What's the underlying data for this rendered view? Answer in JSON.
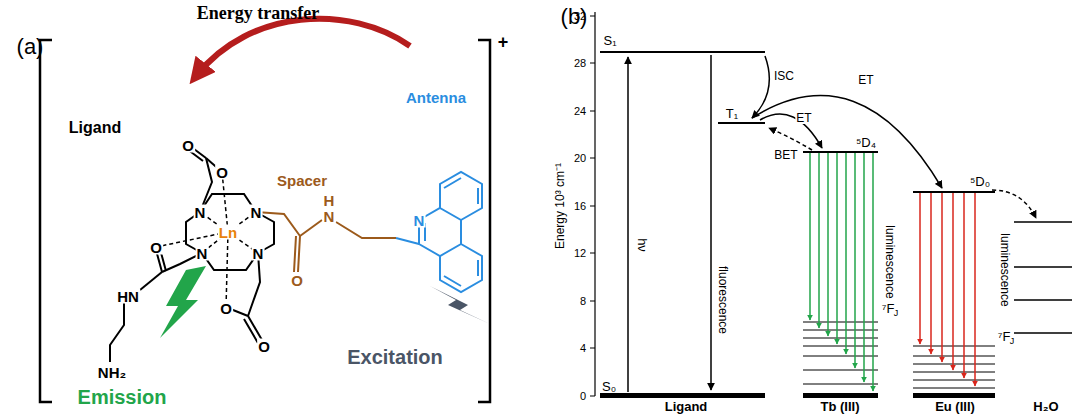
{
  "diagram": {
    "labels": [
      "(a)",
      "Energy transfer",
      "Ligand",
      "Spacer",
      "Antenna",
      "O",
      "O",
      "N",
      "N",
      "Ln",
      "N",
      "N",
      "O",
      "HN",
      "NH₂",
      "O",
      "O",
      "O",
      "H",
      "N",
      "N",
      "+",
      "Emission",
      "Excitation",
      "(b)",
      "32",
      "28",
      "24",
      "20",
      "16",
      "12",
      "8",
      "4",
      "0",
      "Energy 10³ cm⁻¹",
      "S₁",
      "S₀",
      "T₁",
      "ISC",
      "hν",
      "fluorescence",
      "BET",
      "ET",
      "ET",
      "⁵D₄",
      "luminescence",
      "⁷F",
      "J",
      "⁵D₀",
      "luminescence",
      "⁷F",
      "J",
      "Ligand",
      "Tb (III)",
      "Eu (III)",
      "H₂O"
    ]
  }
}
